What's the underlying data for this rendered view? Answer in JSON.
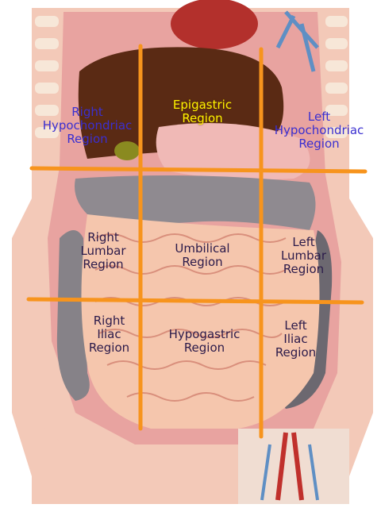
{
  "image": {
    "subject": "anatomical torso model",
    "divider_line_color": "#f7941d"
  },
  "regions": {
    "right_hypochondriac": "Right\nHypochondriac\nRegion",
    "epigastric": "Epigastric\nRegion",
    "left_hypochondriac": "Left\nHypochondriac\nRegion",
    "right_lumbar": "Right\nLumbar\nRegion",
    "umbilical": "Umbilical\nRegion",
    "left_lumbar": "Left\nLumbar\nRegion",
    "right_iliac": "Right\nIliac\nRegion",
    "hypogastric": "Hypogastric\nRegion",
    "left_iliac": "Left\nIliac\nRegion"
  },
  "colors": {
    "label_blue": "#3a2fd0",
    "label_yellow": "#fff200",
    "label_dark": "#2b1a4a"
  }
}
